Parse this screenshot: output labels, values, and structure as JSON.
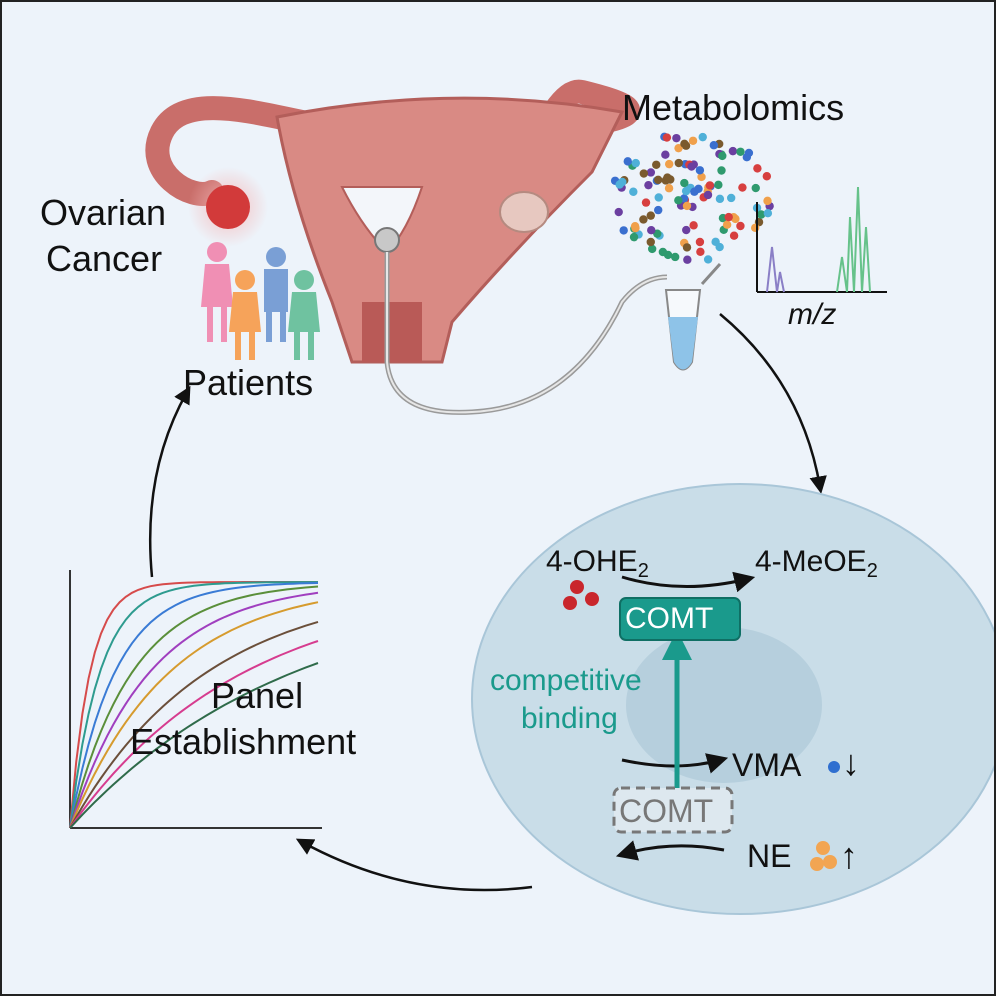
{
  "labels": {
    "ovarian_line1": "Ovarian",
    "ovarian_line2": "Cancer",
    "metabolomics": "Metabolomics",
    "mz": "m/z",
    "patients": "Patients",
    "panel_line1": "Panel",
    "panel_line2": "Establishment",
    "ohe_base": "4-OHE",
    "ohe_sub": "2",
    "meoe_base": "4-MeOE",
    "meoe_sub": "2",
    "comt_active": "COMT",
    "comt_inactive": "COMT",
    "competitive_line1": "competitive",
    "competitive_line2": "binding",
    "vma": "VMA",
    "vma_arrow": "↓",
    "ne": "NE",
    "ne_arrow": "↑"
  },
  "colors": {
    "background": "#edf3fa",
    "cell": "#c9dde8",
    "nucleus": "#b6cfdd",
    "teal": "#1a9a8c",
    "uterus": "#c96e6a",
    "tumor": "#d23a3a"
  },
  "icons": [
    "uterus-icon",
    "tumor-icon",
    "patients-icon",
    "metabolite-cloud-icon",
    "mass-spectrum-icon",
    "tube-icon",
    "roc-curve-icon"
  ]
}
